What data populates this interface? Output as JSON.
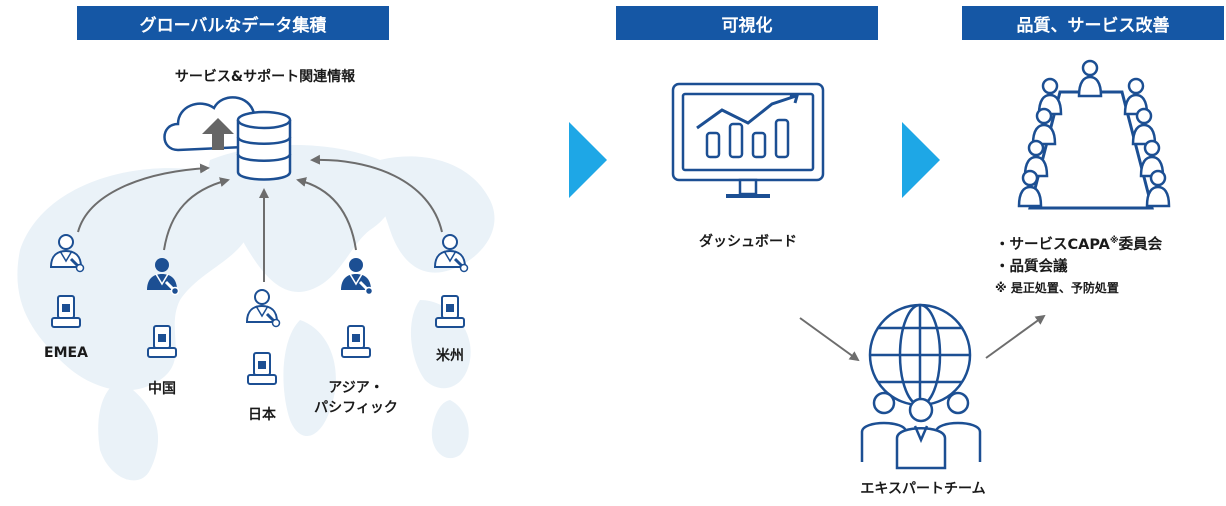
{
  "banners": {
    "collect": "グローバルなデータ集積",
    "visualize": "可視化",
    "improve": "品質、サービス改善"
  },
  "source_title": "サービス&サポート関連情報",
  "regions": [
    {
      "label": "EMEA"
    },
    {
      "label": "中国"
    },
    {
      "label": "日本"
    },
    {
      "label": "アジア・\nパシフィック"
    },
    {
      "label": "米州"
    }
  ],
  "dashboard_label": "ダッシュボード",
  "expert_label": "エキスパートチーム",
  "meetings": {
    "item1_prefix": "・サービスCAPA",
    "item1_mark": "※",
    "item1_suffix": "委員会",
    "item2": "・品質会議",
    "note": "※ 是正処置、予防処置"
  },
  "colors": {
    "banner": "#1557a5",
    "line_blue": "#1c4f93",
    "arrow_cyan": "#1ea7e6",
    "map": "#eaf2f8",
    "gray_arrow": "#6d6d6d"
  }
}
